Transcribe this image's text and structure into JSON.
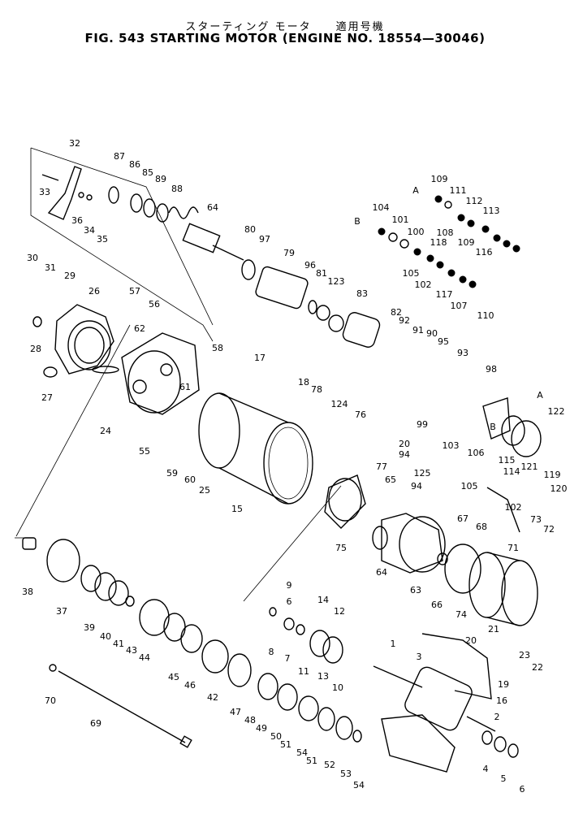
{
  "header": {
    "japanese_title": "スターティング モータ　　適用号機",
    "title": "FIG. 543  STARTING MOTOR (ENGINE NO. 18554—30046)"
  },
  "labels": [
    "32",
    "33",
    "36",
    "34",
    "35",
    "87",
    "86",
    "85",
    "89",
    "88",
    "64",
    "80",
    "97",
    "79",
    "96",
    "81",
    "123",
    "83",
    "109",
    "A",
    "111",
    "112",
    "113",
    "104",
    "B",
    "101",
    "100",
    "108",
    "109b",
    "118",
    "105",
    "102",
    "116",
    "117",
    "30",
    "31",
    "29",
    "26",
    "57",
    "56",
    "62",
    "58",
    "28",
    "27",
    "24",
    "55",
    "61",
    "59",
    "60",
    "25",
    "17",
    "18",
    "78",
    "124",
    "76",
    "20",
    "94",
    "77",
    "15",
    "65",
    "125",
    "94b",
    "82",
    "92",
    "91",
    "90",
    "95",
    "93",
    "107",
    "110",
    "98",
    "A2",
    "122",
    "99",
    "103",
    "106",
    "B2",
    "115",
    "114",
    "121",
    "119",
    "120",
    "105b",
    "67",
    "68",
    "71",
    "102b",
    "73",
    "72",
    "64b",
    "75",
    "63",
    "66",
    "74",
    "21",
    "23",
    "22",
    "38",
    "37",
    "39",
    "40",
    "41",
    "43",
    "44",
    "45",
    "46",
    "42",
    "9",
    "6",
    "8",
    "7",
    "14",
    "12",
    "11",
    "13",
    "10",
    "47",
    "48",
    "49",
    "50",
    "51",
    "54",
    "51b",
    "52",
    "53",
    "54b",
    "1",
    "3",
    "20b",
    "19",
    "16",
    "2",
    "4",
    "5",
    "6b",
    "70",
    "69"
  ]
}
